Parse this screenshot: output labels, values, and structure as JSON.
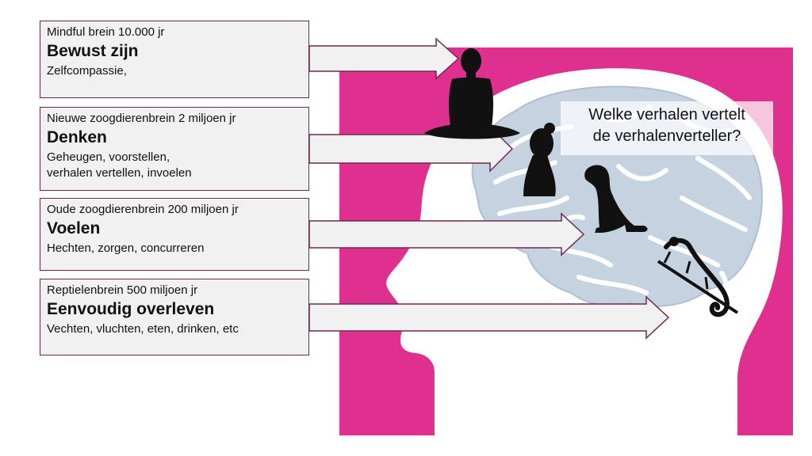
{
  "colors": {
    "background_panel": "#e0308f",
    "head_silhouette": "#ffffff",
    "brain": "#c5d3e0",
    "brain_folds": "#ffffff",
    "arrow_fill": "#f1f1f1",
    "arrow_stroke": "#6b2a4d",
    "figure_fill": "#111111"
  },
  "levels": [
    {
      "subtitle": "Mindful brein 10.000 jr",
      "title": "Bewust zijn",
      "description": [
        "Zelfcompassie,"
      ],
      "figure": "meditating-person-icon"
    },
    {
      "subtitle": "Nieuwe zoogdierenbrein 2 miljoen jr",
      "title": "Denken",
      "description": [
        "Geheugen, voorstellen,",
        "verhalen vertellen, invoelen"
      ],
      "figure": "woman-bust-icon"
    },
    {
      "subtitle": "Oude zoogdierenbrein 200 miljoen jr",
      "title": "Voelen",
      "description": [
        "Hechten, zorgen, concurreren"
      ],
      "figure": "dog-icon"
    },
    {
      "subtitle": "Reptielenbrein 500 miljoen jr",
      "title": "Eenvoudig overleven",
      "description": [
        "Vechten, vluchten, eten, drinken, etc"
      ],
      "figure": "chameleon-icon"
    }
  ],
  "question": {
    "line1": "Welke verhalen vertelt",
    "line2": "de verhalenverteller?"
  }
}
